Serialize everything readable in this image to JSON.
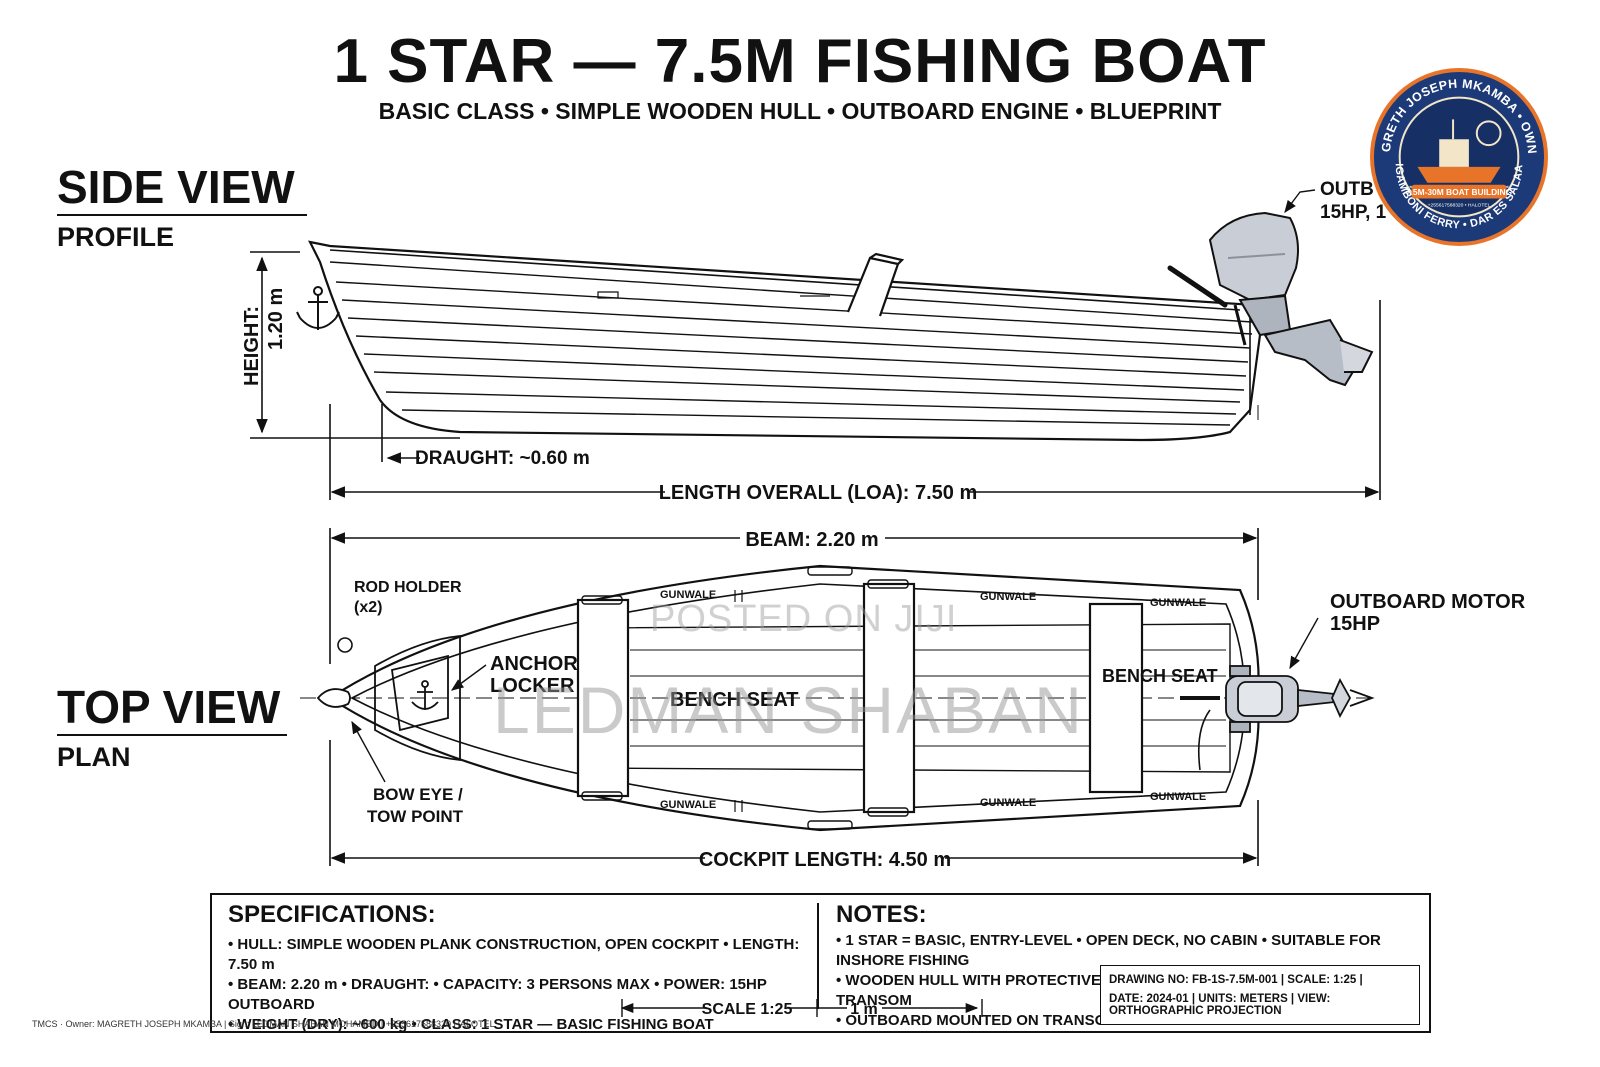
{
  "header": {
    "title": "1 STAR — 7.5M FISHING BOAT",
    "subtitle": "BASIC CLASS • SIMPLE WOODEN HULL • OUTBOARD ENGINE • BLUEPRINT"
  },
  "side_view": {
    "heading": "SIDE VIEW",
    "subheading": "PROFILE",
    "height_label": "HEIGHT:",
    "height_value": "1.20 m",
    "draught_label": "DRAUGHT: ~0.60 m",
    "loa_label": "LENGTH OVERALL (LOA): 7.50 m",
    "outboard_callout_1": "OUTB",
    "outboard_callout_2": "15HP, 1"
  },
  "top_view": {
    "heading": "TOP VIEW",
    "subheading": "PLAN",
    "beam_label": "BEAM: 2.20 m",
    "rod_holder_1": "ROD HOLDER",
    "rod_holder_2": "(x2)",
    "anchor_locker_1": "ANCHOR",
    "anchor_locker_2": "LOCKER",
    "bench_seat_mid": "BENCH SEAT",
    "bench_seat_aft": "BENCH SEAT",
    "gunwale": "GUNWALE",
    "bow_eye_1": "BOW EYE /",
    "bow_eye_2": "TOW POINT",
    "outboard_motor_1": "OUTBOARD MOTOR",
    "outboard_motor_2": "15HP",
    "cockpit_label": "COCKPIT LENGTH: 4.50 m"
  },
  "specifications": {
    "heading": "SPECIFICATIONS:",
    "lines": [
      "• HULL: SIMPLE WOODEN PLANK CONSTRUCTION, OPEN COCKPIT • LENGTH: 7.50 m",
      "• BEAM: 2.20 m • DRAUGHT: • CAPACITY: 3 PERSONS MAX • POWER: 15HP OUTBOARD",
      "• WEIGHT (DRY): ~600 kg • CLASS: 1 STAR — BASIC FISHING BOAT"
    ]
  },
  "notes": {
    "heading": "NOTES:",
    "lines": [
      "• 1 STAR = BASIC, ENTRY-LEVEL • OPEN DECK, NO CABIN • SUITABLE FOR INSHORE FISHING",
      "• WOODEN HULL WITH PROTECTIVE COATING • OUTBOARD MOUNTED ON TRANSOM",
      "• OUTBOARD MOUNTED ON TRANSOM"
    ]
  },
  "scale_bar": {
    "scale_label": "SCALE 1:25",
    "unit_label": "1 m"
  },
  "title_block": {
    "line1": "DRAWING NO: FB-1S-7.5M-001  |  SCALE: 1:25  |",
    "line2": "DATE: 2024-01  |  UNITS: METERS  |  VIEW: ORTHOGRAPHIC PROJECTION"
  },
  "badge": {
    "top_text": "MAGRETH JOSEPH MKAMBA • OWNER",
    "bottom_text": "KIGAMBONI FERRY • DAR ES SALAAM",
    "ribbon": "7.5M-30M BOAT BUILDING",
    "phone": "+255617588320 • HALOTEL",
    "colors": {
      "navy": "#1d3a78",
      "orange": "#e8742a",
      "cream": "#f3e6c8"
    }
  },
  "watermarks": {
    "jiji": "POSTED ON JIJI",
    "name": "LEDMAN SHABAN"
  },
  "footer": {
    "text": "TMCS · Owner: MAGRETH JOSEPH MKAMBA | Sign: LEDMAN SHABAN MOHAMED | +255617588320 HALOTEL"
  }
}
